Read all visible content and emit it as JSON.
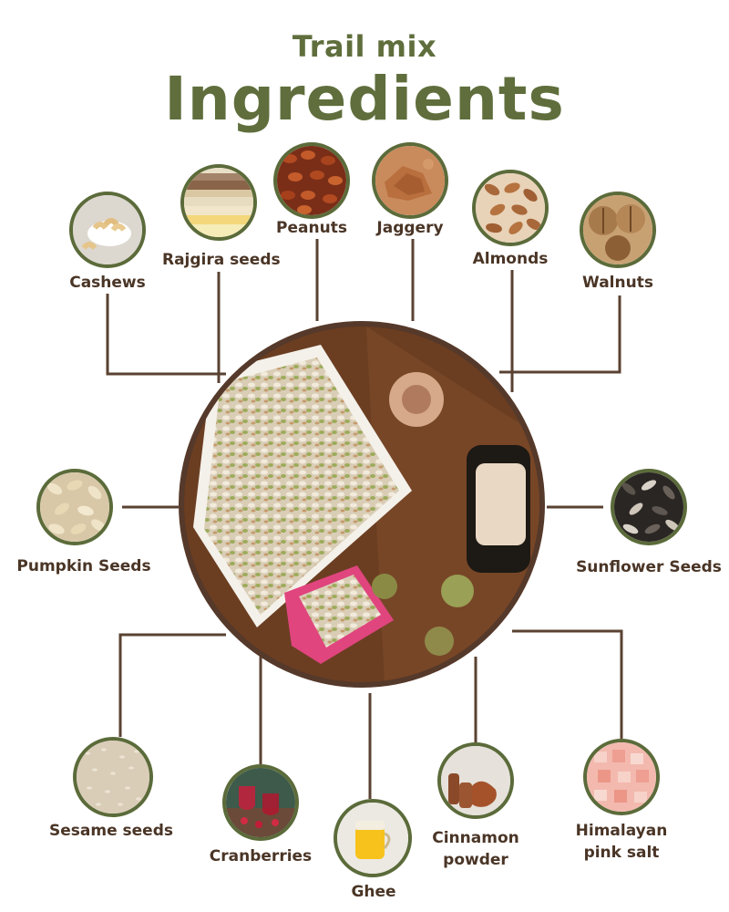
{
  "header": {
    "subtitle": "Trail mix",
    "title": "Ingredients"
  },
  "ingredients": {
    "cashews": "Cashews",
    "rajgira": "Rajgira seeds",
    "peanuts": "Peanuts",
    "jaggery": "Jaggery",
    "almonds": "Almonds",
    "walnuts": "Walnuts",
    "pumpkin": "Pumpkin Seeds",
    "sunflower": "Sunflower Seeds",
    "sesame": "Sesame seeds",
    "cranberries": "Cranberries",
    "ghee": "Ghee",
    "cinnamon_line1": "Cinnamon",
    "cinnamon_line2": "powder",
    "salt_line1": "Himalayan",
    "salt_line2": "pink salt"
  },
  "colors": {
    "title": "#5f6e3c",
    "ring": "#5b6b3a",
    "connector": "#5a4232",
    "label": "#4a3526"
  }
}
